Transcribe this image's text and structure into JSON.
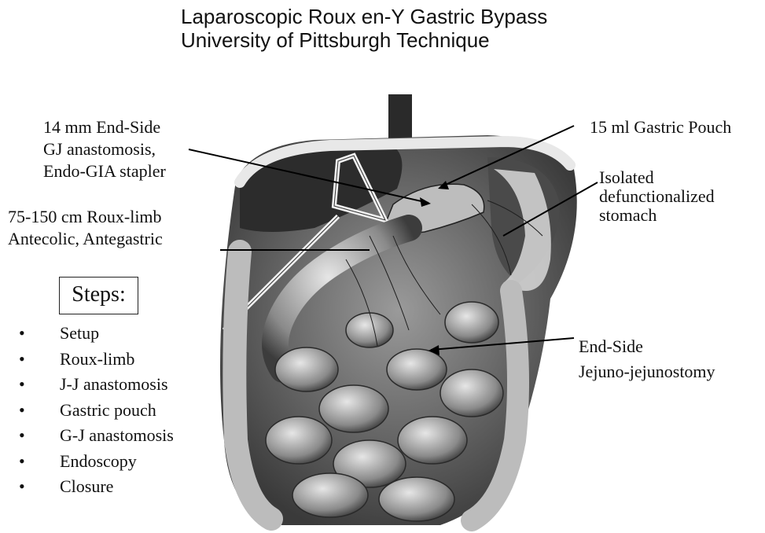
{
  "title": {
    "line1": "Laparoscopic Roux en-Y Gastric Bypass",
    "line2": "University of Pittsburgh Technique"
  },
  "labels": {
    "gj_line1": "14 mm End-Side",
    "gj_line2": "GJ anastomosis,",
    "gj_line3": "Endo-GIA stapler",
    "roux_line1": "75-150 cm Roux-limb",
    "roux_line2": "Antecolic, Antegastric",
    "pouch": "15 ml Gastric Pouch",
    "isolated_line1": "Isolated",
    "isolated_line2": "defunctionalized",
    "isolated_line3": "stomach",
    "jj_line1": "End-Side",
    "jj_line2": "Jejuno-jejunostomy"
  },
  "steps": {
    "heading": "Steps:",
    "bullet": "•",
    "items": [
      "Setup",
      "Roux-limb",
      "J-J anastomosis",
      "Gastric pouch",
      "G-J anastomosis",
      "Endoscopy",
      "Closure"
    ]
  },
  "colors": {
    "text": "#111111",
    "illustration_dark": "#2a2a2a",
    "illustration_mid": "#8c8c8c",
    "illustration_light": "#d9d9d9"
  },
  "icons": [
    "anatomical-illustration"
  ]
}
